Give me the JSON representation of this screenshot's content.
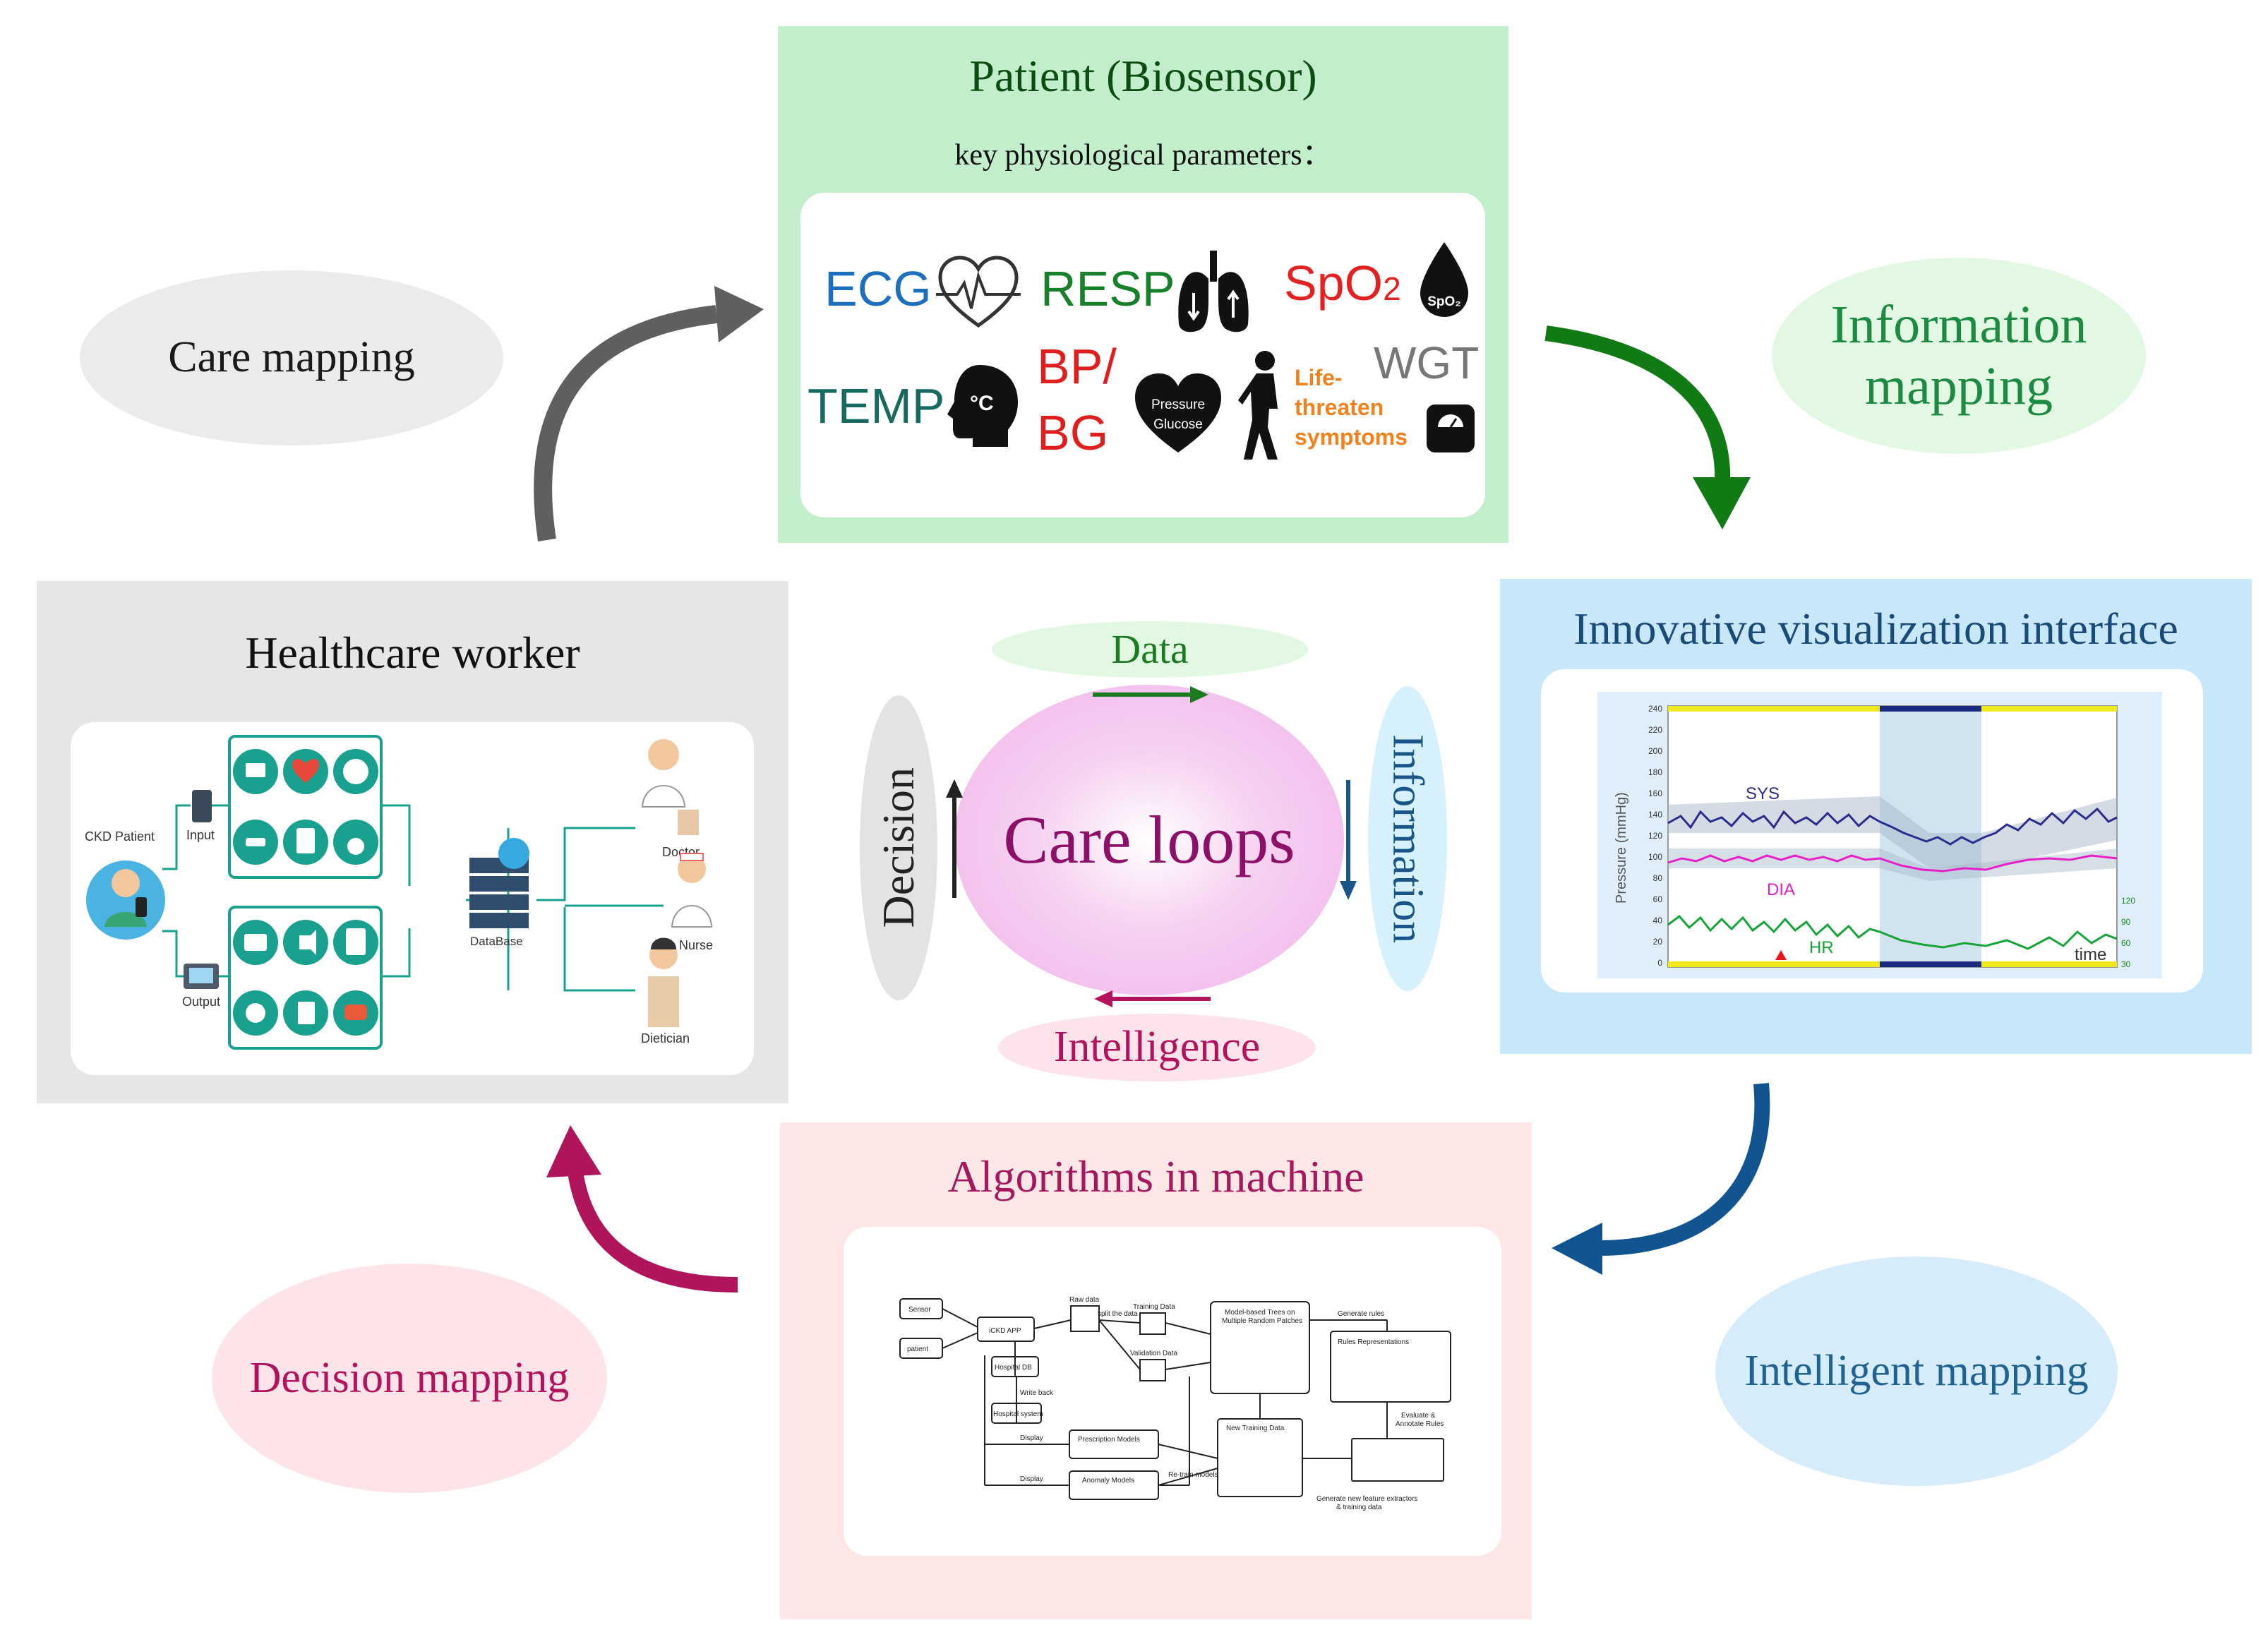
{
  "patient": {
    "title": "Patient (Biosensor)",
    "subtitle": "key physiological parameters：",
    "params": {
      "ecg": "ECG",
      "resp": "RESP",
      "spo2_main": "SpO",
      "spo2_sub": "2",
      "spo2_badge": "SpO₂",
      "temp": "TEMP",
      "temp_badge": "°C",
      "bp": "BP/",
      "bg": "BG",
      "heart_line1": "Pressure",
      "heart_line2": "Glucose",
      "life1": "Life-",
      "life2": "threaten",
      "life3": "symptoms",
      "wgt": "WGT"
    }
  },
  "healthcare": {
    "title": "Healthcare worker",
    "labels": {
      "patient": "CKD Patient",
      "input": "Input",
      "output": "Output",
      "database": "DataBase",
      "doctor": "Doctor",
      "nurse": "Nurse",
      "dietician": "Dietician"
    }
  },
  "visual": {
    "title": "Innovative visualization interface",
    "ylabel": "Pressure (mmHg)",
    "yticks": [
      "240",
      "220",
      "200",
      "180",
      "160",
      "140",
      "120",
      "100",
      "80",
      "60",
      "40",
      "20",
      "0"
    ],
    "rticks": [
      "120",
      "90",
      "60",
      "30"
    ],
    "series": {
      "sys": "SYS",
      "dia": "DIA",
      "hr": "HR"
    },
    "xlabel": "time"
  },
  "algorithms": {
    "title": "Algorithms in machine",
    "nodes": {
      "sensor": "Sensor",
      "patient": "patient",
      "ckd_app": "iCKD APP",
      "hospital_db": "Hospital DB",
      "hospital_system": "Hospital system",
      "raw": "Raw data",
      "training": "Training Data",
      "validation": "Validation Data",
      "model": "Model-based Trees on",
      "model2": "Multiple Random Patches",
      "rules": "Rules Representations",
      "new_training": "New Training Data",
      "prescription": "Prescription Models",
      "anomaly": "Anomaly Models",
      "generate_rules": "Generate rules",
      "evaluate": "Evaluate &",
      "evaluate2": "Annotate Rules",
      "write_back": "Write back",
      "display": "Display",
      "display2": "Display",
      "retrain": "Re-train models",
      "generate_new": "Generate new feature extractors",
      "generate_new2": "& training data",
      "split": "split the data"
    }
  },
  "center": {
    "title": "Care loops",
    "data": "Data",
    "information": "Information",
    "intelligence": "Intelligence",
    "decision": "Decision"
  },
  "mappings": {
    "care": "Care mapping",
    "information_line1": "Information",
    "information_line2": "mapping",
    "intelligent": "Intelligent mapping",
    "decision": "Decision mapping"
  },
  "colors": {
    "patient_bg": "#c3eecb",
    "healthcare_bg": "#e6e6e6",
    "visual_bg": "#c8e8fa",
    "algorithms_bg": "#fde7e6",
    "center_fill": "#f6b6ee",
    "arrow_gray": "#5f5f5f",
    "arrow_green": "#127a15",
    "arrow_blue": "#115490",
    "arrow_maroon": "#b0145a",
    "teal": "#1aa08f"
  }
}
